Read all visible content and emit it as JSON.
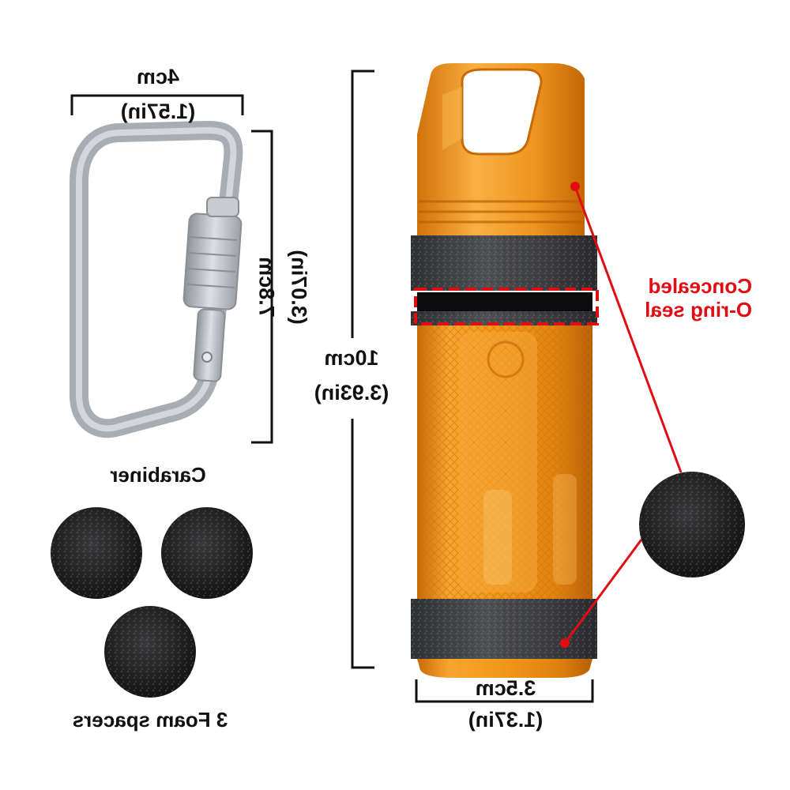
{
  "carabiner": {
    "label": "Carabiner",
    "width_cm": "4cm",
    "width_in": "(1.57in)",
    "height_cm": "7.8cm",
    "height_in": "(3.07in)"
  },
  "capsule": {
    "height_cm": "10cm",
    "height_in": "(3.93in)",
    "diameter_cm": "3.5cm",
    "diameter_in": "(1.37in)",
    "seal_callout": "Concealed O-ring seal"
  },
  "spacers": {
    "label": "3 Foam spacers",
    "count": 3
  },
  "colors": {
    "capsule_orange": "#e98a12",
    "callout_red": "#e10d12",
    "grip_tape": "#3c3d40",
    "carabiner_gray": "#b8bcc2"
  }
}
